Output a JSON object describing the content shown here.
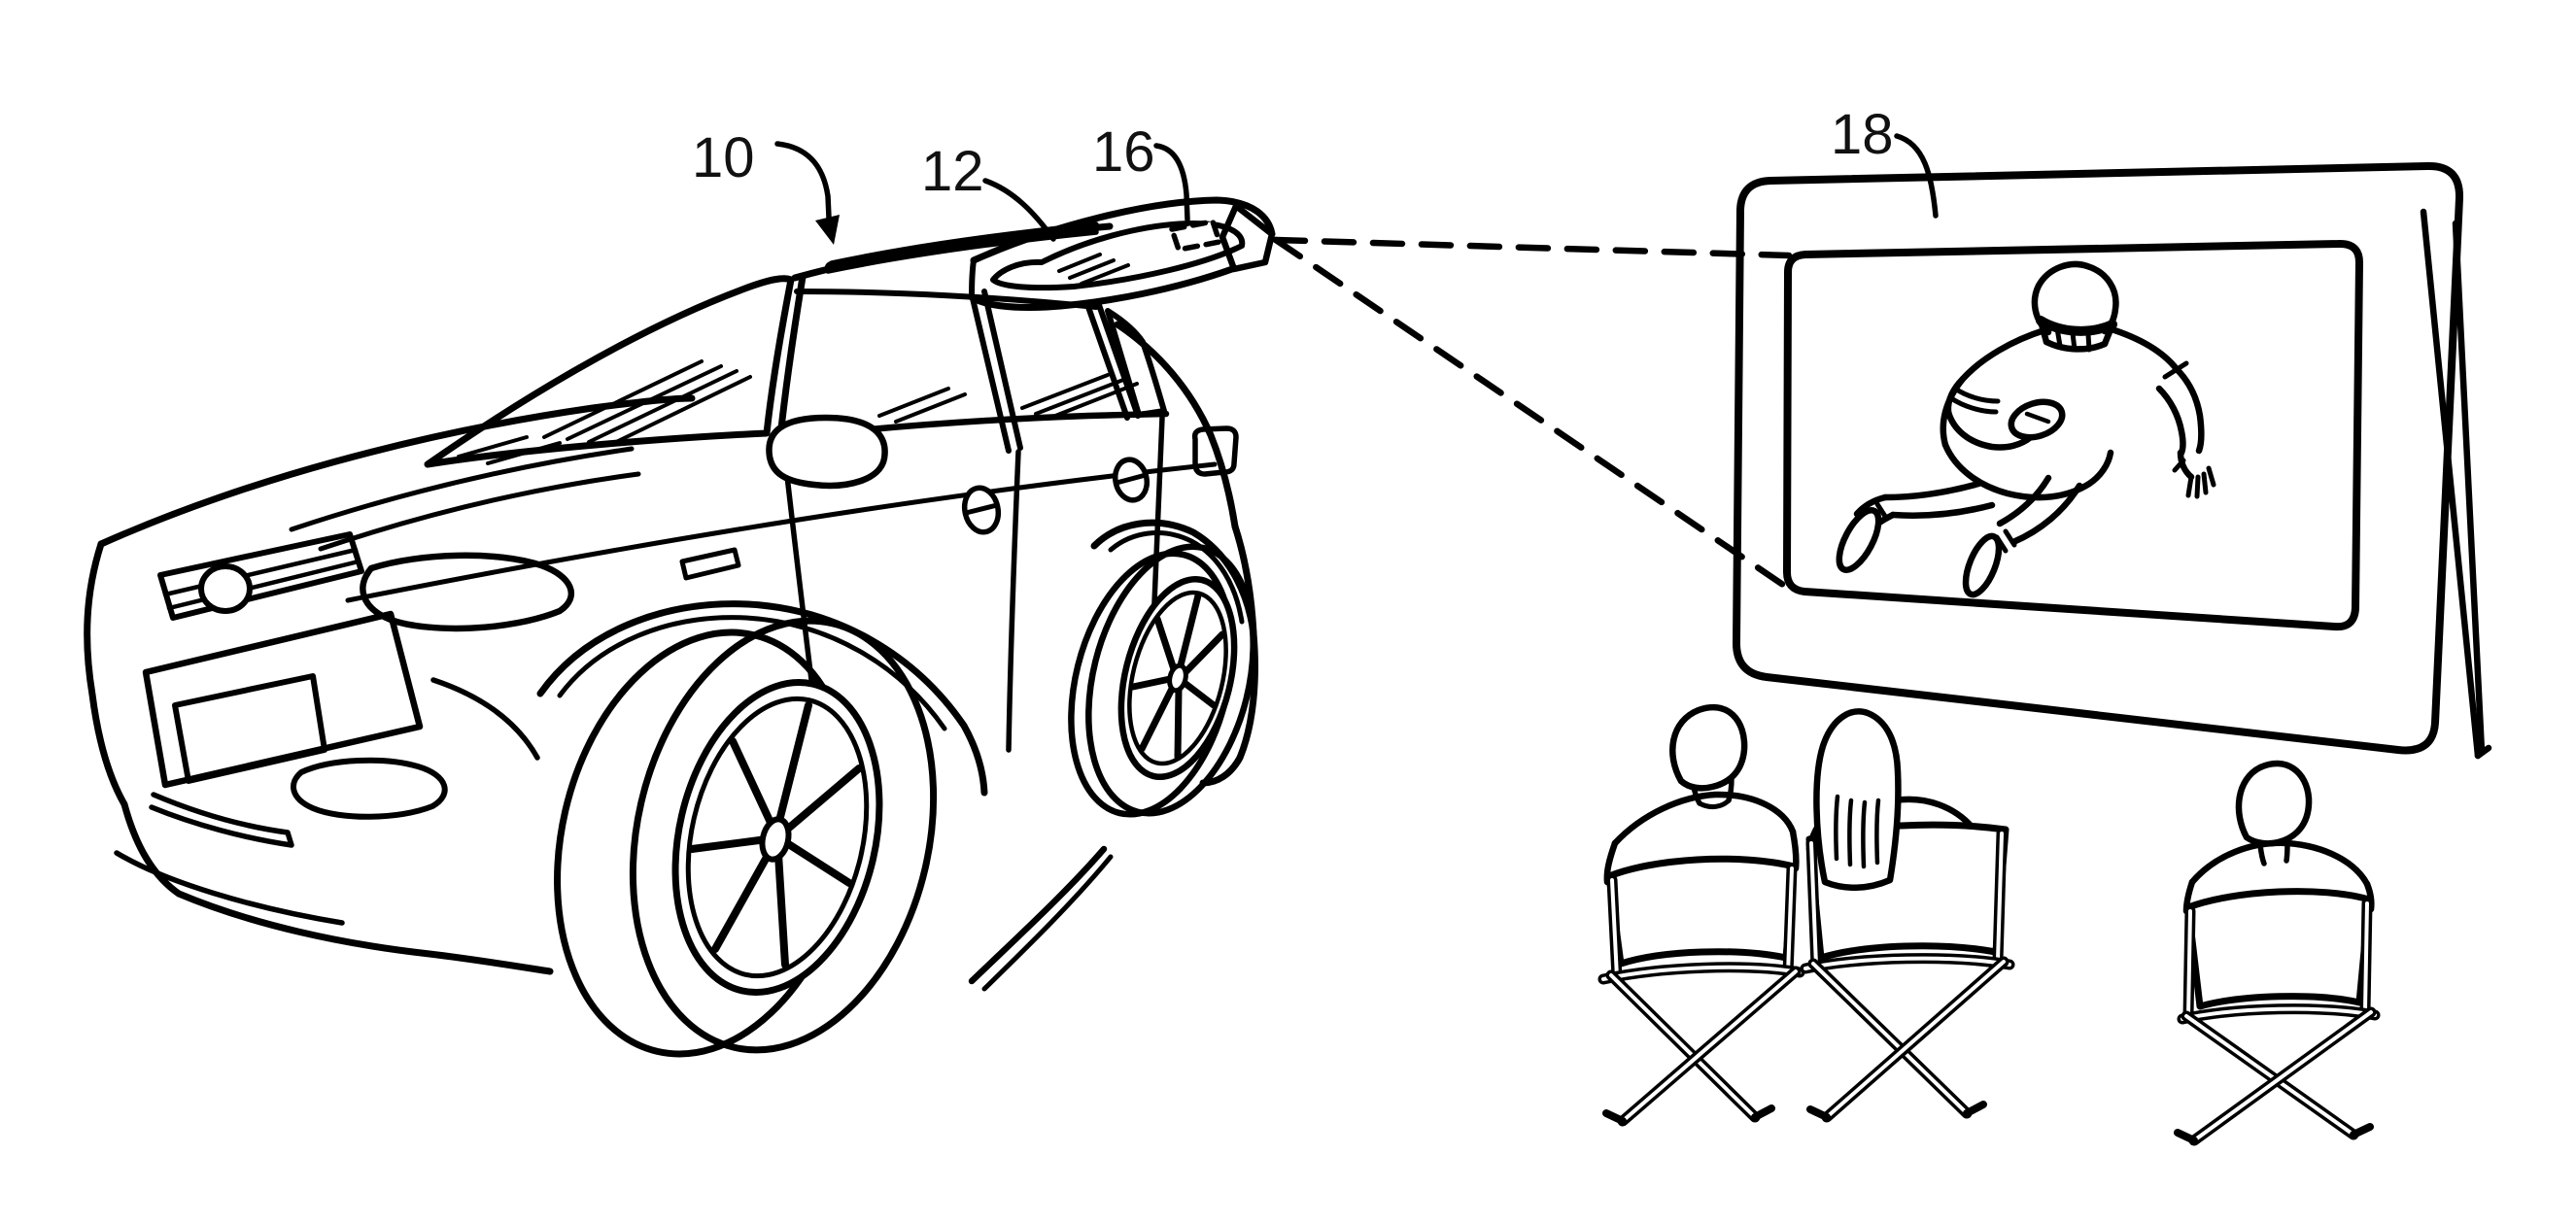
{
  "figure": {
    "type": "patent-line-drawing",
    "background_color": "#ffffff",
    "ink_color": "#000000",
    "reference_labels": [
      {
        "text": "10",
        "refers_to": "vehicle"
      },
      {
        "text": "12",
        "refers_to": "liftgate"
      },
      {
        "text": "16",
        "refers_to": "projector"
      },
      {
        "text": "18",
        "refers_to": "projection-screen"
      }
    ]
  }
}
